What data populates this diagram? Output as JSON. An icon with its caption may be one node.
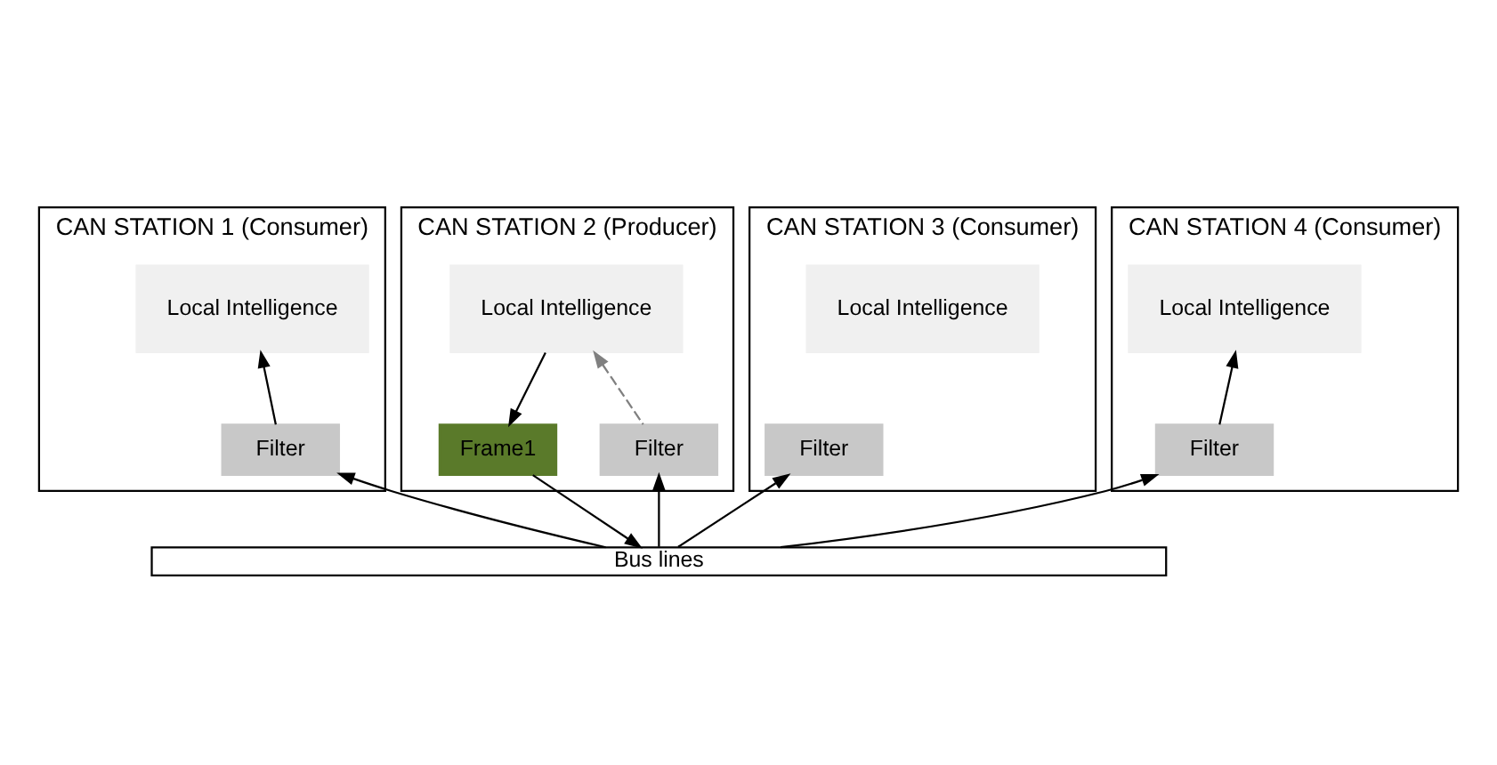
{
  "diagram": {
    "nodes": [
      {
        "text": [
          "CAN STATION 1 (Consumer)"
        ]
      },
      {
        "text": [
          "Local Intelligence"
        ],
        "in": 0
      },
      {
        "text": [
          "Filter"
        ],
        "in": 0
      },
      {
        "text": [
          "CAN STATION 2 (Producer)"
        ]
      },
      {
        "text": [
          "Local Intelligence"
        ],
        "in": 3
      },
      {
        "text": [
          "Frame1"
        ],
        "in": 3
      },
      {
        "text": [
          "Filter"
        ],
        "in": 3
      },
      {
        "text": [
          "CAN STATION 3 (Consumer)"
        ]
      },
      {
        "text": [
          "Local Intelligence"
        ],
        "in": 7
      },
      {
        "text": [
          "Filter"
        ],
        "in": 7
      },
      {
        "text": [
          "CAN STATION 4 (Consumer)"
        ]
      },
      {
        "text": [
          "Local Intelligence"
        ],
        "in": 10
      },
      {
        "text": [
          "Filter"
        ],
        "in": 10
      },
      {
        "text": [
          "Bus lines"
        ]
      }
    ],
    "edges": [
      {
        "from": 2,
        "to": 1,
        "arrow": "to"
      },
      {
        "from": 13,
        "to": 2,
        "arrow": "to"
      },
      {
        "from": 4,
        "to": 5,
        "arrow": "to"
      },
      {
        "from": 5,
        "to": 13,
        "arrow": "to"
      },
      {
        "from": 13,
        "to": 6,
        "arrow": "to"
      },
      {
        "from": 6,
        "to": 4,
        "arrow": "to",
        "style": "dashed",
        "color": "#808080"
      },
      {
        "from": 13,
        "to": 9,
        "arrow": "to"
      },
      {
        "from": 13,
        "to": 12,
        "arrow": "to"
      },
      {
        "from": 12,
        "to": 11,
        "arrow": "to"
      }
    ]
  }
}
